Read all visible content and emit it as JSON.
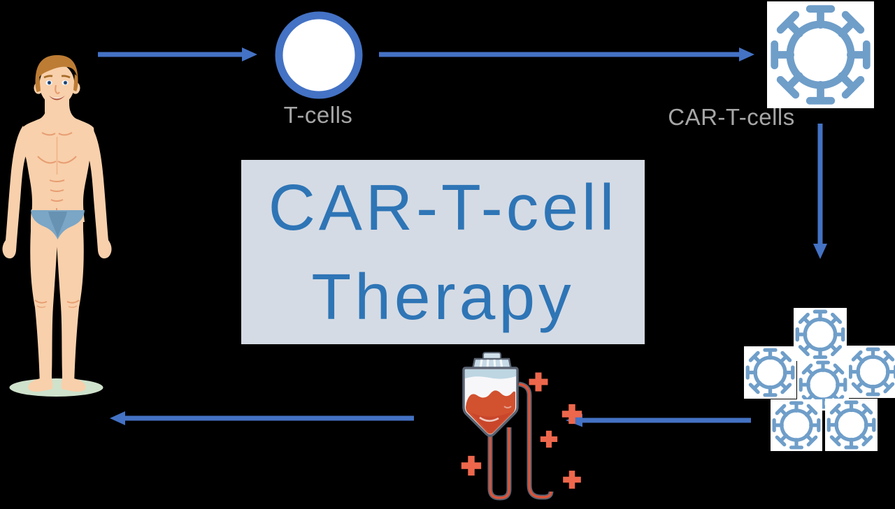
{
  "title_box": {
    "line1": "CAR-T-cell",
    "line2": "Therapy"
  },
  "labels": {
    "t_cells": "T-cells",
    "car_t_cells": "CAR-T-cells"
  },
  "colors": {
    "bg": "#000000",
    "arrow": "#4472c4",
    "tcell_ring": "#4472c4",
    "icon": "#6f9ec9",
    "label": "#a6a6a6",
    "title": "#2e75b6",
    "box": "#d5dbe4",
    "plus": "#ed674c",
    "blood": "#d2512f",
    "blood_dark": "#c4412a",
    "tube": "#e05339",
    "outline": "#5b6472",
    "skin": "#f8d0ab",
    "skin_line": "#e79d72",
    "hair": "#bd7c34",
    "briefs": "#7ba6c6",
    "briefs_dark": "#6690af",
    "ground": "#cfe2cc"
  },
  "icons": [
    "patient-figure",
    "t-cell-icon",
    "car-t-cell-icon",
    "car-t-cell-cluster-icon",
    "infusion-bag-icon",
    "plus-icon"
  ],
  "flow_steps": [
    {
      "from": "patient",
      "to": "T-cells"
    },
    {
      "from": "T-cells",
      "to": "CAR-T-cells"
    },
    {
      "from": "CAR-T-cells",
      "to": "CAR-T-cell cluster"
    },
    {
      "from": "CAR-T-cell cluster",
      "to": "infusion bag"
    },
    {
      "from": "infusion bag",
      "to": "patient"
    }
  ]
}
